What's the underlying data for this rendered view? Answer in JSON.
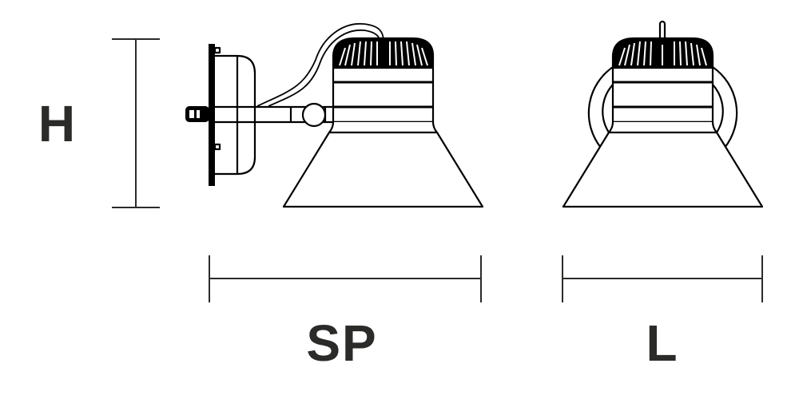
{
  "diagram": {
    "type": "technical-dimension-drawing",
    "subject": "wall-mounted spotlight lamp",
    "colors": {
      "line": "#000000",
      "dimension_line": "#2b2b29",
      "label": "#2b2b29",
      "background": "#ffffff"
    },
    "views": [
      {
        "name": "side-view",
        "description": "Side view with wall plate, arm, cable and conical shade"
      },
      {
        "name": "front-view",
        "description": "Front view with yoke bracket and conical shade"
      }
    ],
    "dimensions": {
      "height": {
        "label": "H",
        "orientation": "vertical"
      },
      "projection": {
        "label": "SP",
        "orientation": "horizontal"
      },
      "length": {
        "label": "L",
        "orientation": "horizontal"
      }
    }
  }
}
